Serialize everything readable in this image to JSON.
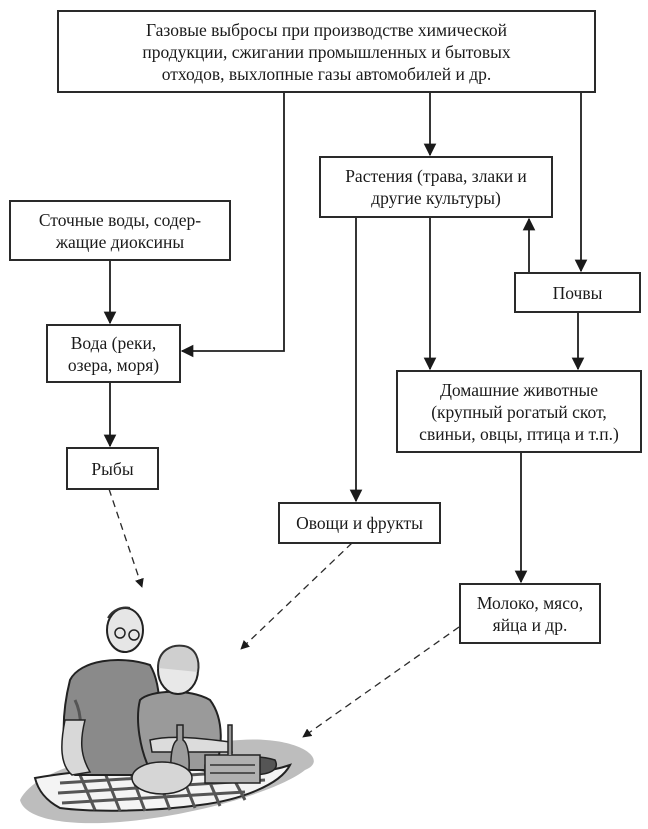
{
  "diagram": {
    "nodes": {
      "emissions": "Газовые выбросы при производстве химической\nпродукции, сжигании промышленных и бытовых\nотходов, выхлопные газы автомобилей и др.",
      "wastewater": "Сточные воды, содер-\nжащие диоксины",
      "plants": "Растения (трава, злаки и\nдругие культуры)",
      "soils": "Почвы",
      "water": "Вода (реки,\nозера, моря)",
      "animals": "Домашние животные\n(крупный рогатый скот,\nсвиньи, овцы, птица и т.п.)",
      "fish": "Рыбы",
      "vegetables": "Овощи и фрукты",
      "dairy_meat": "Молоко, мясо,\nяйца и др."
    },
    "edges": [
      {
        "from": "emissions",
        "to": "water",
        "style": "solid"
      },
      {
        "from": "emissions",
        "to": "plants",
        "style": "solid"
      },
      {
        "from": "emissions",
        "to": "soils",
        "style": "solid"
      },
      {
        "from": "soils",
        "to": "plants",
        "style": "solid"
      },
      {
        "from": "soils",
        "to": "animals",
        "style": "solid"
      },
      {
        "from": "plants",
        "to": "vegetables",
        "style": "solid"
      },
      {
        "from": "plants",
        "to": "animals",
        "style": "solid"
      },
      {
        "from": "wastewater",
        "to": "water",
        "style": "solid"
      },
      {
        "from": "water",
        "to": "fish",
        "style": "solid"
      },
      {
        "from": "animals",
        "to": "dairy_meat",
        "style": "solid"
      },
      {
        "from": "fish",
        "to": "people",
        "style": "dashed"
      },
      {
        "from": "vegetables",
        "to": "people",
        "style": "dashed"
      },
      {
        "from": "dairy_meat",
        "to": "people",
        "style": "dashed"
      }
    ],
    "illustration": "elderly-couple-picnic"
  }
}
